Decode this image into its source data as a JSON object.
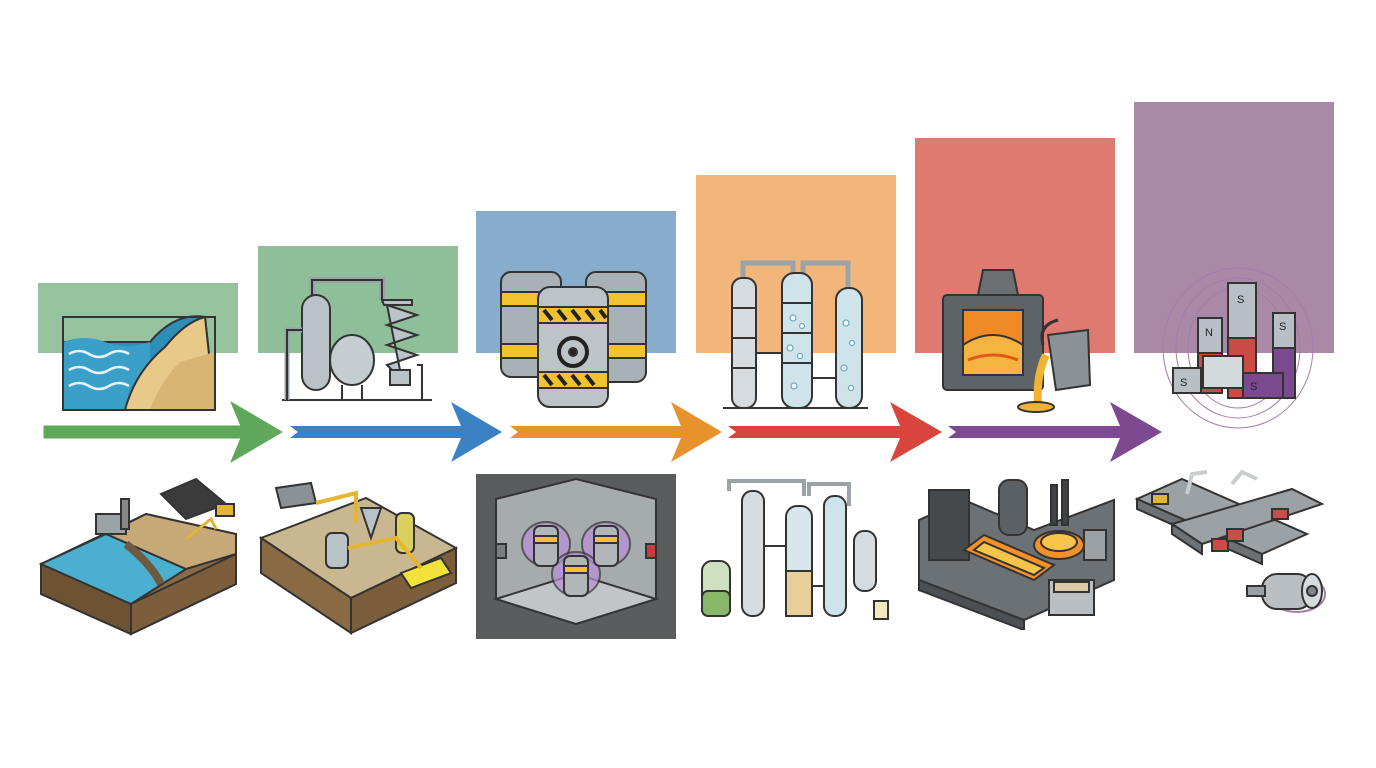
{
  "title": "",
  "colors": {
    "step1": "#8fbf98",
    "step2": "#8fbf98",
    "step3": "#8caccc",
    "step4": "#f2b57a",
    "step5": "#e07b72",
    "step6": "#ab89a9",
    "arrow1": "#5fa85a",
    "arrow2": "#3b82c4",
    "arrow3": "#e8922e",
    "arrow4": "#d8453c",
    "arrow5": "#7d4a92"
  },
  "steps": [
    {
      "id": "step1",
      "icon_top": "beach-sand-icon",
      "icon_bottom": "dredging-site-icon"
    },
    {
      "id": "step2",
      "icon_top": "chemical-plant-icon",
      "icon_bottom": "processing-plant-icon"
    },
    {
      "id": "step3",
      "icon_top": "biohazard-tanks-icon",
      "icon_bottom": "radioactive-storage-room-icon"
    },
    {
      "id": "step4",
      "icon_top": "distillation-columns-icon",
      "icon_bottom": "separation-columns-plant-icon"
    },
    {
      "id": "step5",
      "icon_top": "furnace-ladle-icon",
      "icon_bottom": "smelting-factory-icon"
    },
    {
      "id": "step6",
      "icon_top": "permanent-magnets-icon",
      "icon_bottom": "robotic-assembly-motor-icon"
    }
  ]
}
